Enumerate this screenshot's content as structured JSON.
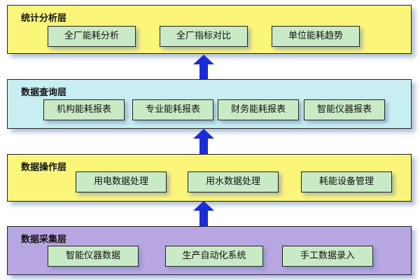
{
  "colors": {
    "layer_yellow": "#fbf57a",
    "layer_cyan": "#c9eef2",
    "layer_purple": "#b8a6e2",
    "box_green": "#c8eac5",
    "arrow_blue": "#1a2bd8"
  },
  "layers": [
    {
      "title": "统计分析层",
      "boxes": [
        "全厂能耗分析",
        "全厂指标对比",
        "单位能耗趋势"
      ]
    },
    {
      "title": "数据查询层",
      "boxes": [
        "机构能耗报表",
        "专业能耗报表",
        "财务能耗报表",
        "智能仪器报表"
      ]
    },
    {
      "title": "数据操作层",
      "boxes": [
        "用电数据处理",
        "用水数据处理",
        "耗能设备管理"
      ]
    },
    {
      "title": "数据采集层",
      "boxes": [
        "智能仪器数据",
        "生产自动化系统",
        "手工数据录入"
      ]
    }
  ],
  "arrows": [
    {
      "from": "数据查询层",
      "to": "统计分析层"
    },
    {
      "from": "数据操作层",
      "to": "数据查询层"
    },
    {
      "from": "数据采集层",
      "to": "数据操作层"
    }
  ]
}
